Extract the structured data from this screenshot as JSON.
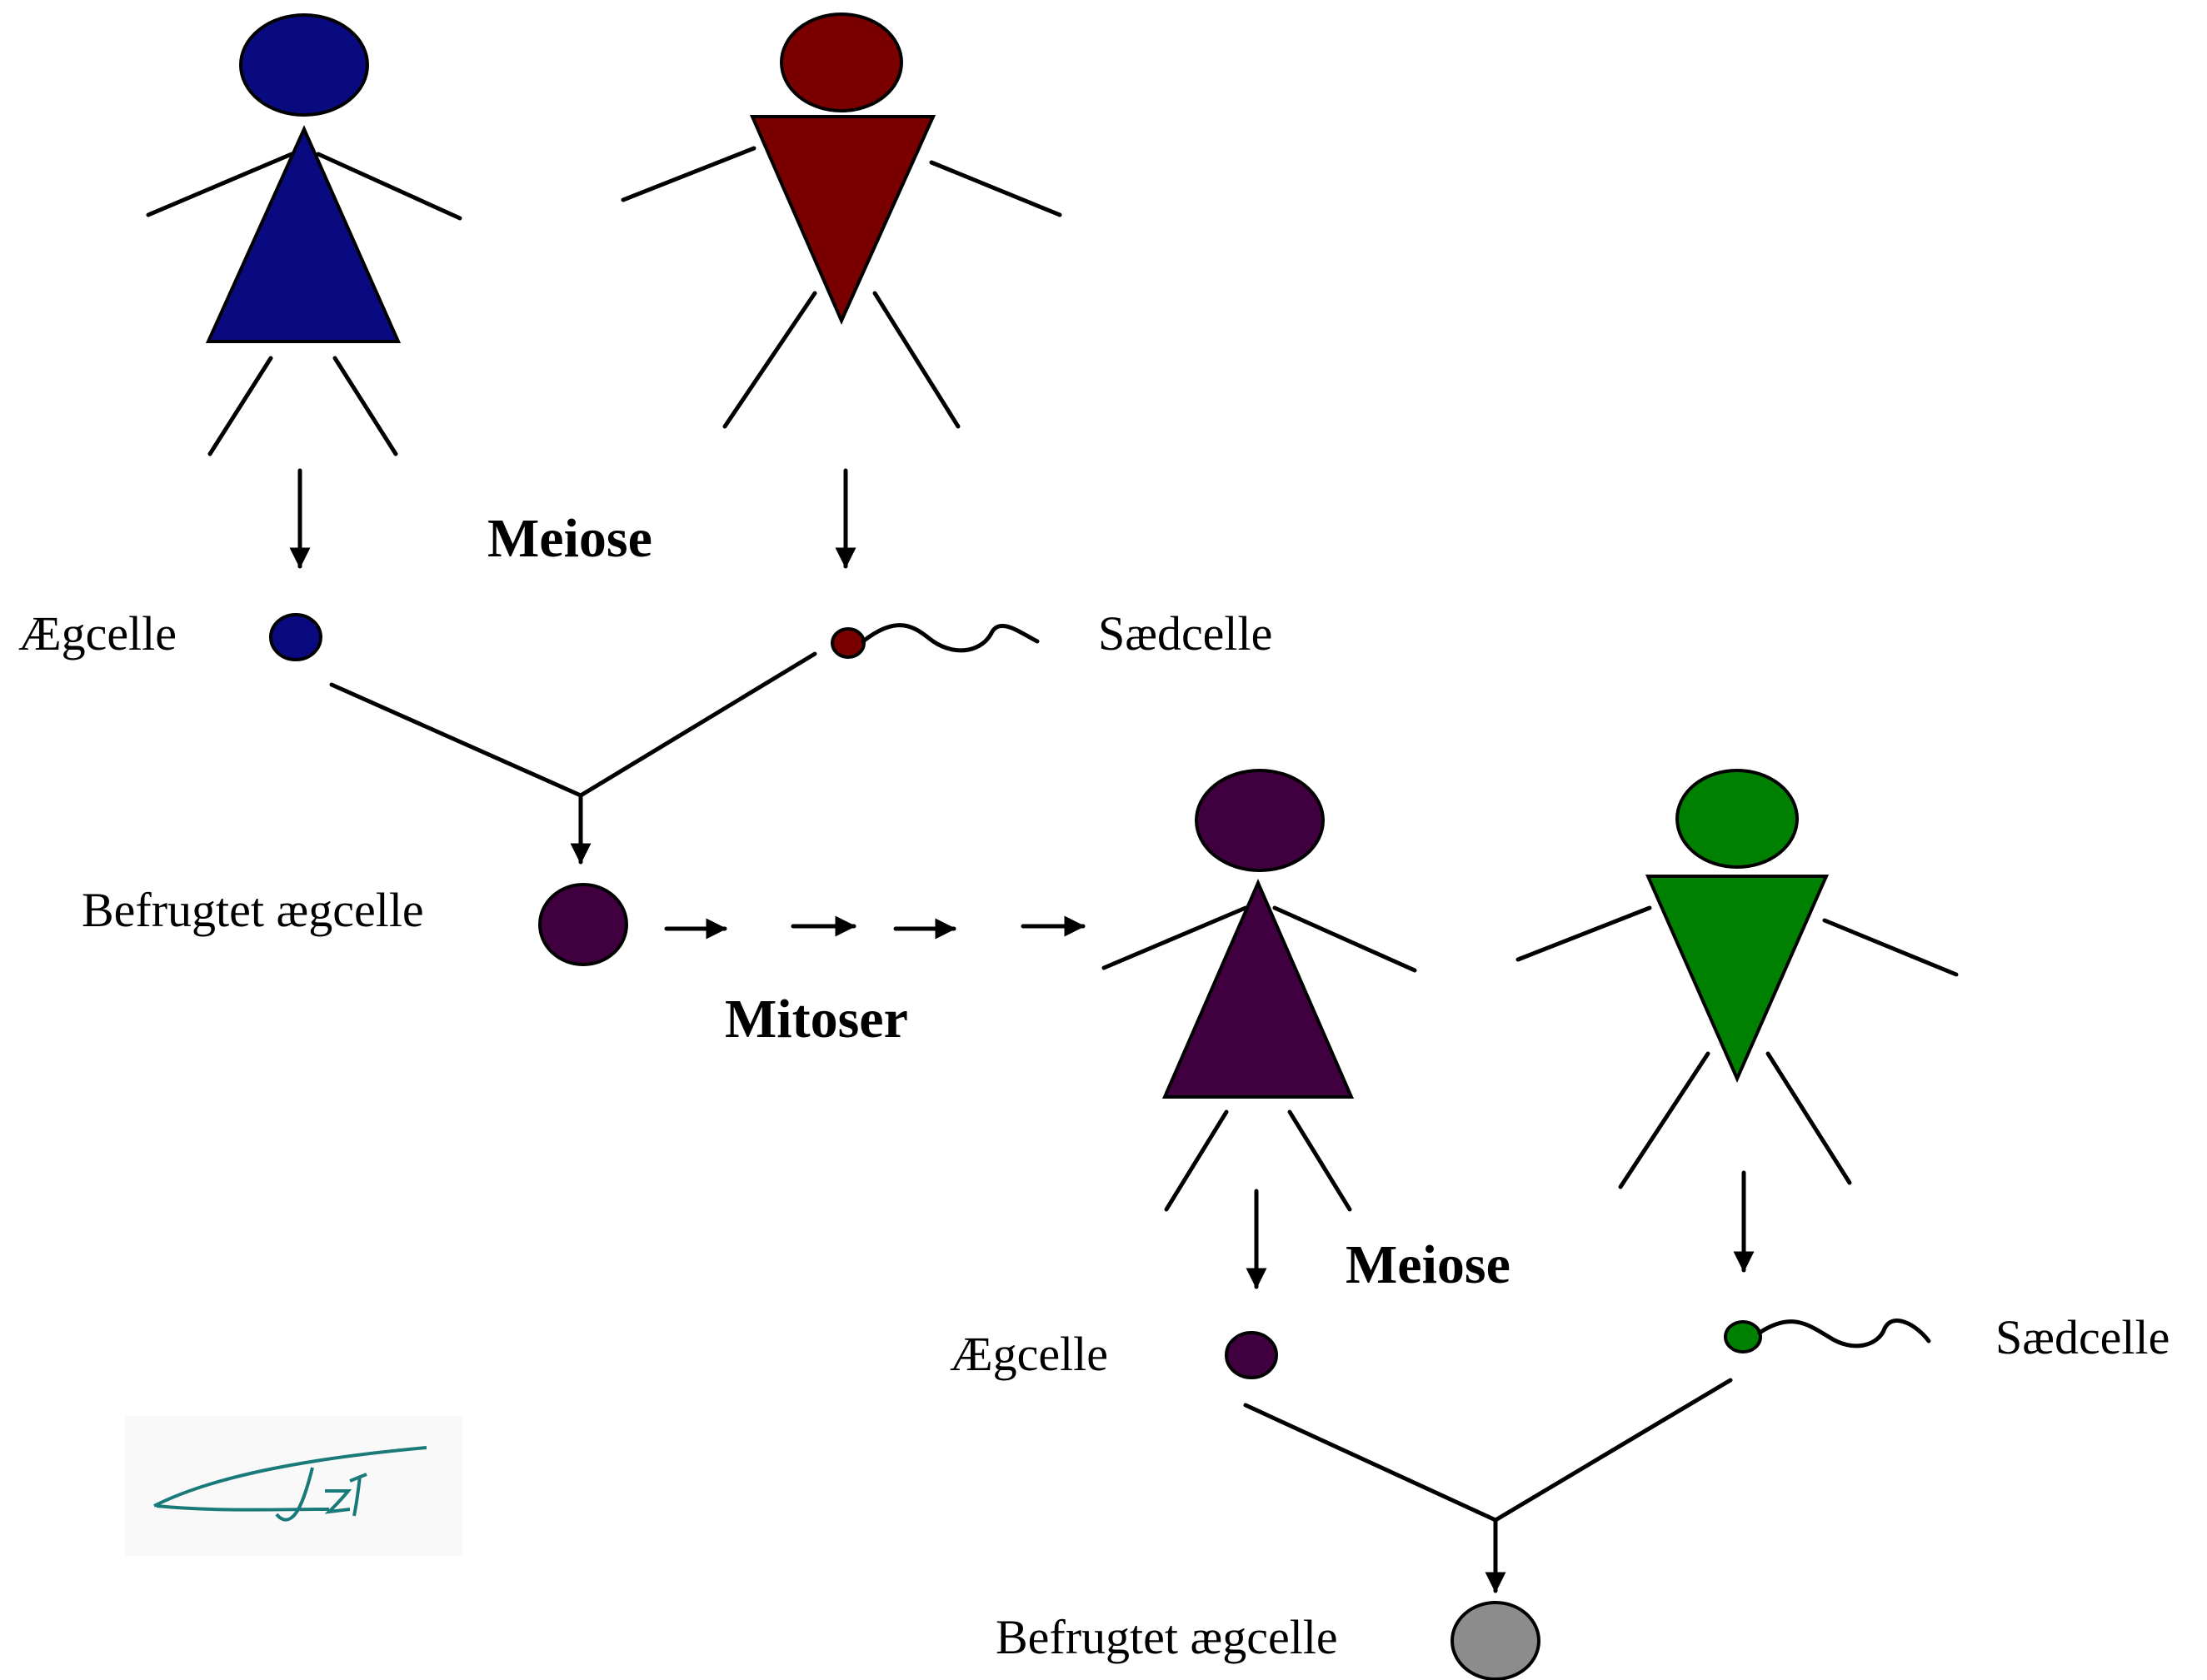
{
  "labels": {
    "meiose_top": "Meiose",
    "egg_top": "Ægcelle",
    "sperm_top": "Sædcelle",
    "zygote_top": "Befrugtet ægcelle",
    "mitoser": "Mitoser",
    "meiose_bottom": "Meiose",
    "egg_bottom": "Ægcelle",
    "sperm_bottom": "Sædcelle",
    "zygote_bottom": "Befrugtet ægcelle"
  },
  "colors": {
    "mother": "#0a0a80",
    "father": "#7a0000",
    "child_female": "#400040",
    "child_male": "#008000",
    "zygote_final": "#8c8c8c",
    "signature": "#1a7a7a"
  },
  "icons": {
    "female_figure": "female-stick-figure-icon",
    "male_figure": "male-stick-figure-icon",
    "sperm": "sperm-cell-icon",
    "egg": "egg-cell-icon",
    "signature": "signature-icon"
  }
}
